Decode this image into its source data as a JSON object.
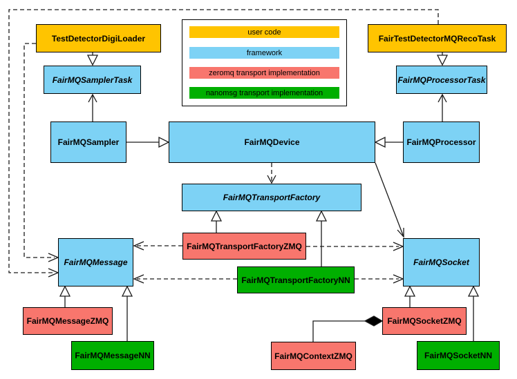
{
  "diagram": {
    "subject": "FairMQ class diagram"
  },
  "palette": {
    "user_code": "#FFC400",
    "framework": "#7DD2F5",
    "zeromq": "#F8766D",
    "nanomsg": "#00AF00",
    "line": "#1a1a1a",
    "background": "#ffffff"
  },
  "legend": {
    "items": [
      {
        "label": "user code",
        "color": "#FFC400"
      },
      {
        "label": "framework",
        "color": "#7DD2F5"
      },
      {
        "label": "zeromq transport implementation",
        "color": "#F8766D"
      },
      {
        "label": "nanomsg transport implementation",
        "color": "#00AF00"
      }
    ]
  },
  "nodes": {
    "test_detector_digi_loader": {
      "label": "TestDetectorDigiLoader",
      "category": "user code",
      "color": "#FFC400"
    },
    "fair_test_detector_mq_reco_task": {
      "label": "FairTestDetectorMQRecoTask",
      "category": "user code",
      "color": "#FFC400"
    },
    "fairmq_sampler_task": {
      "label": "FairMQSamplerTask",
      "category": "framework",
      "color": "#7DD2F5"
    },
    "fairmq_processor_task": {
      "label": "FairMQProcessorTask",
      "category": "framework",
      "color": "#7DD2F5"
    },
    "fairmq_sampler": {
      "label": "FairMQSampler",
      "category": "framework",
      "color": "#7DD2F5"
    },
    "fairmq_device": {
      "label": "FairMQDevice",
      "category": "framework",
      "color": "#7DD2F5"
    },
    "fairmq_processor": {
      "label": "FairMQProcessor",
      "category": "framework",
      "color": "#7DD2F5"
    },
    "fairmq_transport_factory": {
      "label": "FairMQTransportFactory",
      "category": "framework",
      "color": "#7DD2F5"
    },
    "fairmq_transport_factory_zmq": {
      "label": "FairMQTransportFactoryZMQ",
      "category": "zeromq transport implementation",
      "color": "#F8766D"
    },
    "fairmq_transport_factory_nn": {
      "label": "FairMQTransportFactoryNN",
      "category": "nanomsg transport implementation",
      "color": "#00AF00"
    },
    "fairmq_message": {
      "label": "FairMQMessage",
      "category": "framework",
      "color": "#7DD2F5"
    },
    "fairmq_socket": {
      "label": "FairMQSocket",
      "category": "framework",
      "color": "#7DD2F5"
    },
    "fairmq_message_zmq": {
      "label": "FairMQMessageZMQ",
      "category": "zeromq transport implementation",
      "color": "#F8766D"
    },
    "fairmq_message_nn": {
      "label": "FairMQMessageNN",
      "category": "nanomsg transport implementation",
      "color": "#00AF00"
    },
    "fairmq_context_zmq": {
      "label": "FairMQContextZMQ",
      "category": "zeromq transport implementation",
      "color": "#F8766D"
    },
    "fairmq_socket_zmq": {
      "label": "FairMQSocketZMQ",
      "category": "zeromq transport implementation",
      "color": "#F8766D"
    },
    "fairmq_socket_nn": {
      "label": "FairMQSocketNN",
      "category": "nanomsg transport implementation",
      "color": "#00AF00"
    }
  }
}
